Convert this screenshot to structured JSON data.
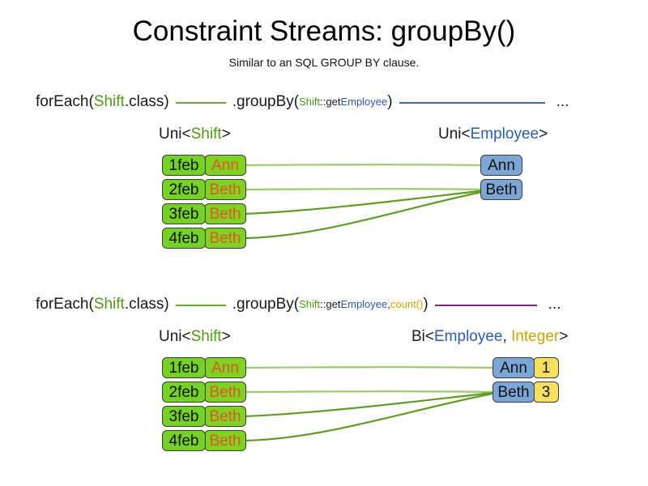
{
  "header": {
    "title": "Constraint Streams: groupBy()",
    "subtitle": "Similar to an SQL GROUP BY clause."
  },
  "colors": {
    "green": "#4f9b15",
    "blue": "#2a5db0",
    "gold": "#c8a800",
    "orange": "#e2552a",
    "purple": "#7a2b7a",
    "box_green_date": "#74d223",
    "box_green_name": "#7ed321",
    "box_blue": "#7ba7d7",
    "box_yellow": "#f7e15c",
    "link_green": "#7ab648",
    "box_border": "#3c3c3c"
  },
  "sections": [
    {
      "id": "section-1",
      "code": {
        "for_each_prefix": "forEach(",
        "for_each_type": "Shift",
        "for_each_suffix": ".class)",
        "group_by_prefix": ".groupBy(",
        "arg_type": "Shift",
        "arg_sep": "::get",
        "arg_prop": "Employee",
        "group_by_suffix": ")",
        "ellipsis": "..."
      },
      "left_label": {
        "prefix": "Uni<",
        "type": "Shift",
        "suffix": ">"
      },
      "right_label": {
        "prefix": "Uni<",
        "type": "Employee",
        "suffix": ">"
      },
      "left_rows": [
        {
          "date": "1feb",
          "name": "Ann"
        },
        {
          "date": "2feb",
          "name": "Beth"
        },
        {
          "date": "3feb",
          "name": "Beth"
        },
        {
          "date": "4feb",
          "name": "Beth"
        }
      ],
      "right_rows": [
        {
          "employee": "Ann"
        },
        {
          "employee": "Beth"
        }
      ]
    },
    {
      "id": "section-2",
      "code": {
        "for_each_prefix": "forEach(",
        "for_each_type": "Shift",
        "for_each_suffix": ".class)",
        "group_by_prefix": ".groupBy(",
        "arg_type": "Shift",
        "arg_sep": "::get",
        "arg_prop": "Employee",
        "arg_comma": ", ",
        "arg_collector": "count()",
        "group_by_suffix": ")",
        "ellipsis": "..."
      },
      "left_label": {
        "prefix": "Uni<",
        "type": "Shift",
        "suffix": ">"
      },
      "right_label": {
        "prefix": "Bi<",
        "type": "Employee",
        "sep": ", ",
        "type2": "Integer",
        "suffix": ">"
      },
      "left_rows": [
        {
          "date": "1feb",
          "name": "Ann"
        },
        {
          "date": "2feb",
          "name": "Beth"
        },
        {
          "date": "3feb",
          "name": "Beth"
        },
        {
          "date": "4feb",
          "name": "Beth"
        }
      ],
      "right_rows": [
        {
          "employee": "Ann",
          "count": "1"
        },
        {
          "employee": "Beth",
          "count": "3"
        }
      ]
    }
  ]
}
